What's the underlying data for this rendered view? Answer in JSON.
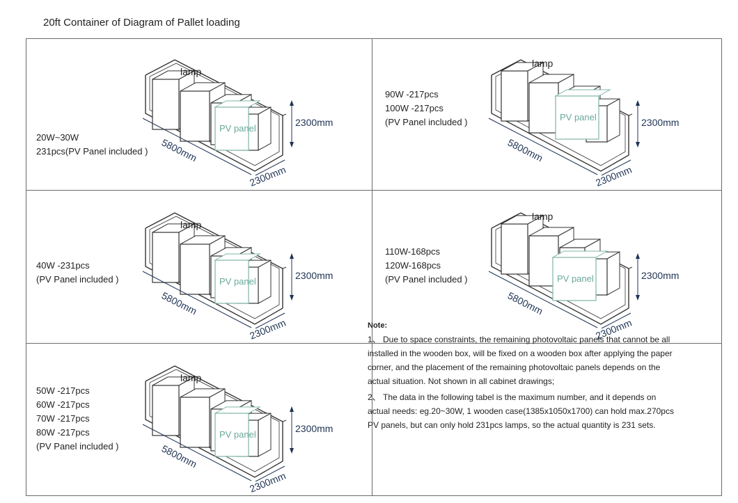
{
  "title": "20ft Container of Diagram of Pallet loading",
  "dimensions": {
    "length": "5800mm",
    "width": "2300mm",
    "height": "2300mm"
  },
  "box_labels": {
    "lamp": "lamp",
    "pv": "PV panel"
  },
  "cells": [
    {
      "lines": [
        "20W~30W",
        "231pcs(PV Panel included )"
      ]
    },
    {
      "lines": [
        "90W -217pcs",
        "100W -217pcs",
        "(PV Panel included )"
      ]
    },
    {
      "lines": [
        "40W -231pcs",
        "(PV Panel included )"
      ]
    },
    {
      "lines": [
        "110W-168pcs",
        "120W-168pcs",
        "(PV Panel included )"
      ]
    },
    {
      "lines": [
        "50W -217pcs",
        "60W -217pcs",
        "70W -217pcs",
        "80W -217pcs",
        "(PV Panel included )"
      ]
    }
  ],
  "note": {
    "heading": "Note:",
    "items": [
      "1、 Due to space constraints, the remaining photovoltaic panels that cannot be all installed in the wooden box, will be fixed on a wooden box after applying the paper corner, and the placement of the remaining photovoltaic panels depends on the actual situation. Not shown in all cabinet drawings;",
      "2、 The data in the following tabel is the maximum number, and it depends on actual needs: eg.20~30W, 1 wooden case(1385x1050x1700) can hold max.270pcs PV panels, but can only hold 231pcs lamps, so the actual quantity is 231 sets."
    ]
  },
  "colors": {
    "box_line": "#333333",
    "pv_line": "#7fb5a8",
    "dimension": "#1e3354"
  }
}
